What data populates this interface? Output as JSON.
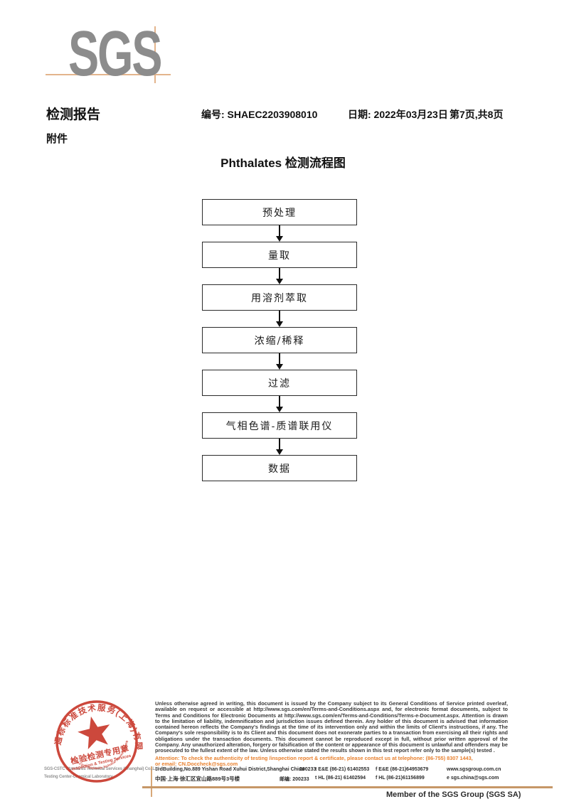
{
  "logo": {
    "text": "SGS"
  },
  "header": {
    "report_title": "检测报告",
    "number": "编号: SHAEC2203908010",
    "date": "日期: 2022年03月23日",
    "page_info": "第7页,共8页",
    "attachment": "附件"
  },
  "flowchart": {
    "title": "Phthalates 检测流程图",
    "steps": [
      "预处理",
      "量取",
      "用溶剂萃取",
      "浓缩/稀释",
      "过滤",
      "气相色谱-质谱联用仪",
      "数据"
    ]
  },
  "stamp": {
    "arc_text": "通标标准技术服务(上海)有限公司",
    "center_line1": "检验检测专用章",
    "center_line2": "Inspection & Testing Services",
    "bottom_arc_text": "SGS-CSTC Standards Technical Services(Shanghai)Co.,Ltd.",
    "red_color": "#c8392c"
  },
  "company": {
    "line1": "SGS-CSTC Standards Technical Services (Shanghai) Co.,Ltd.",
    "line2": "Testing Center-Chemical Laboratory."
  },
  "footer": {
    "disclaimer": "Unless otherwise agreed in writing, this document is issued by the Company subject to its General Conditions of Service printed overleaf, available on request or accessible at http://www.sgs.com/en/Terms-and-Conditions.aspx and, for electronic format documents, subject to Terms and Conditions for Electronic Documents at http://www.sgs.com/en/Terms-and-Conditions/Terms-e-Document.aspx. Attention is drawn to the limitation of liability, indemnification and jurisdiction issues defined therein. Any holder of this document is advised that information contained hereon reflects the Company's findings at the time of its intervention only and within the limits of Client's instructions, if any. The Company's sole responsibility is to its Client and this document does not exonerate parties to a transaction from exercising all their rights and obligations under the transaction documents. This document cannot be reproduced except in full, without prior written approval of the Company. Any unauthorized alteration, forgery or falsification of the content or appearance of this document is unlawful and offenders may be prosecuted to the fullest extent of the law. Unless otherwise stated the results shown in this test report refer only to the sample(s) tested .",
    "attention_line1": "Attention: To check the authenticity of testing /inspection report & certificate, please contact us at telephone: (86-755) 8307 1443,",
    "attention_line2": "or email: CN.Doccheck@sgs.com",
    "attention_color": "#e8812f",
    "address_en": "3rdBuilding,No.889 Yishan Road Xuhui District,Shanghai China",
    "postcode_en": "200233",
    "tel1": "t E&E (86-21) 61402553",
    "fax1": "f E&E (86-21)64953679",
    "website": "www.sgsgroup.com.cn",
    "address_cn": "中国·上海·徐汇区宜山路889号3号楼",
    "postcode_cn": "邮编: 200233",
    "tel2": "t HL (86-21) 61402594",
    "fax2": "f HL (86-21)61156899",
    "email": "e  sgs.china@sgs.com",
    "member": "Member of the SGS Group (SGS SA)"
  }
}
